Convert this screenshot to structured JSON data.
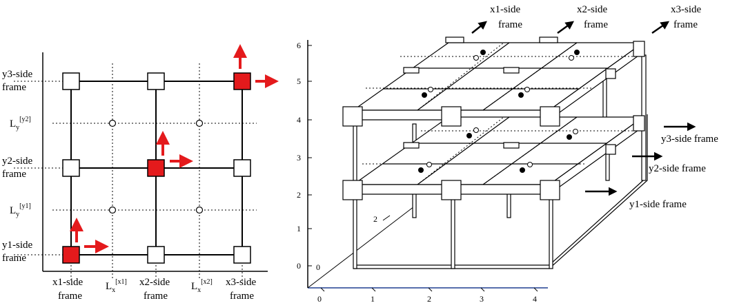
{
  "colors": {
    "line": "#000000",
    "active_node": "#e41a1c",
    "arrow_red": "#e41a1c",
    "base_line": "#1f3f8f"
  },
  "plan": {
    "row_labels": [
      {
        "main": "y3-side",
        "second": "frame"
      },
      {
        "main": "L",
        "sub": "y",
        "sup": "[y2]"
      },
      {
        "main": "y2-side",
        "second": "frame"
      },
      {
        "main": "L",
        "sub": "y",
        "sup": "[y1]"
      },
      {
        "main": "y1-side",
        "second": "frame"
      }
    ],
    "col_labels": [
      {
        "main": "x1-side",
        "second": "frame"
      },
      {
        "main": "L",
        "sub": "x",
        "sup": "[x1]"
      },
      {
        "main": "x2-side",
        "second": "frame"
      },
      {
        "main": "L",
        "sub": "x",
        "sup": "[x2]"
      },
      {
        "main": "x3-side",
        "second": "frame"
      }
    ]
  },
  "iso": {
    "x_ticks": [
      "0",
      "1",
      "2",
      "3",
      "4"
    ],
    "y_ticks": [
      "0",
      "1",
      "2",
      "3",
      "4",
      "5",
      "6"
    ],
    "depth_tick": "2",
    "frame_labels_x": [
      {
        "main": "x1-side",
        "second": "frame"
      },
      {
        "main": "x2-side",
        "second": "frame"
      },
      {
        "main": "x3-side",
        "second": "frame"
      }
    ],
    "frame_labels_y": [
      "y3-side frame",
      "y2-side frame",
      "y1-side frame"
    ]
  }
}
